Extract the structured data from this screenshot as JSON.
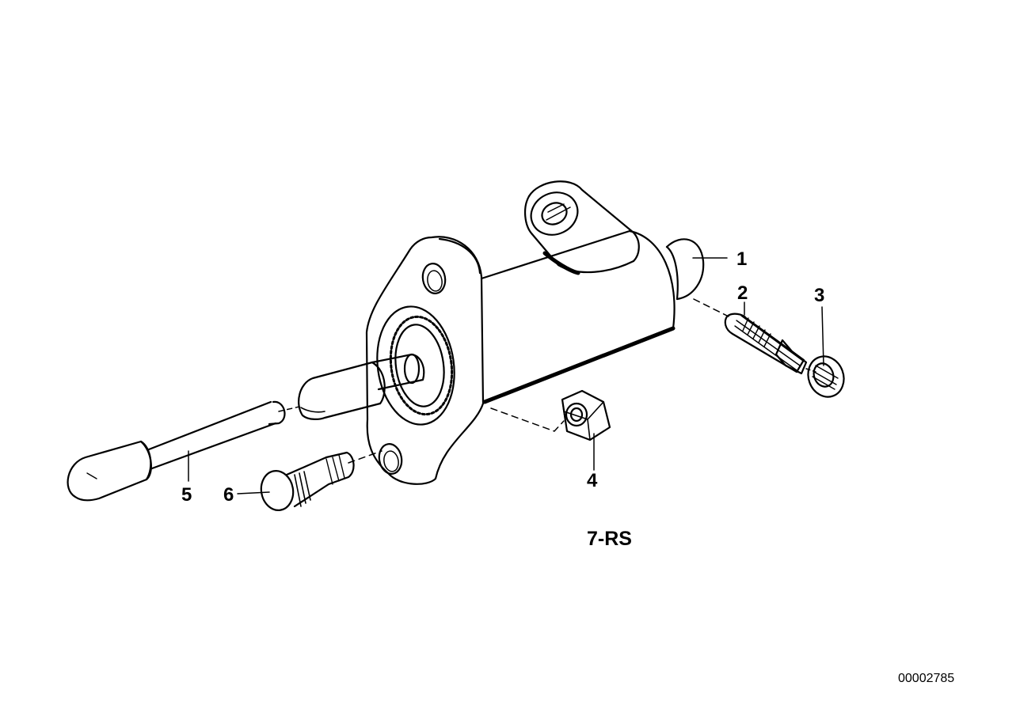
{
  "callouts": [
    {
      "id": "1",
      "label": "1",
      "part": "slave-cylinder-body"
    },
    {
      "id": "2",
      "label": "2",
      "part": "bleeder-valve"
    },
    {
      "id": "3",
      "label": "3",
      "part": "dust-cap"
    },
    {
      "id": "4",
      "label": "4",
      "part": "hex-nut"
    },
    {
      "id": "5",
      "label": "5",
      "part": "push-rod"
    },
    {
      "id": "6",
      "label": "6",
      "part": "stud-bolt"
    }
  ],
  "group_label": "7-RS",
  "reference_number": "00002785",
  "colors": {
    "ink": "#000000",
    "paper": "#ffffff"
  }
}
